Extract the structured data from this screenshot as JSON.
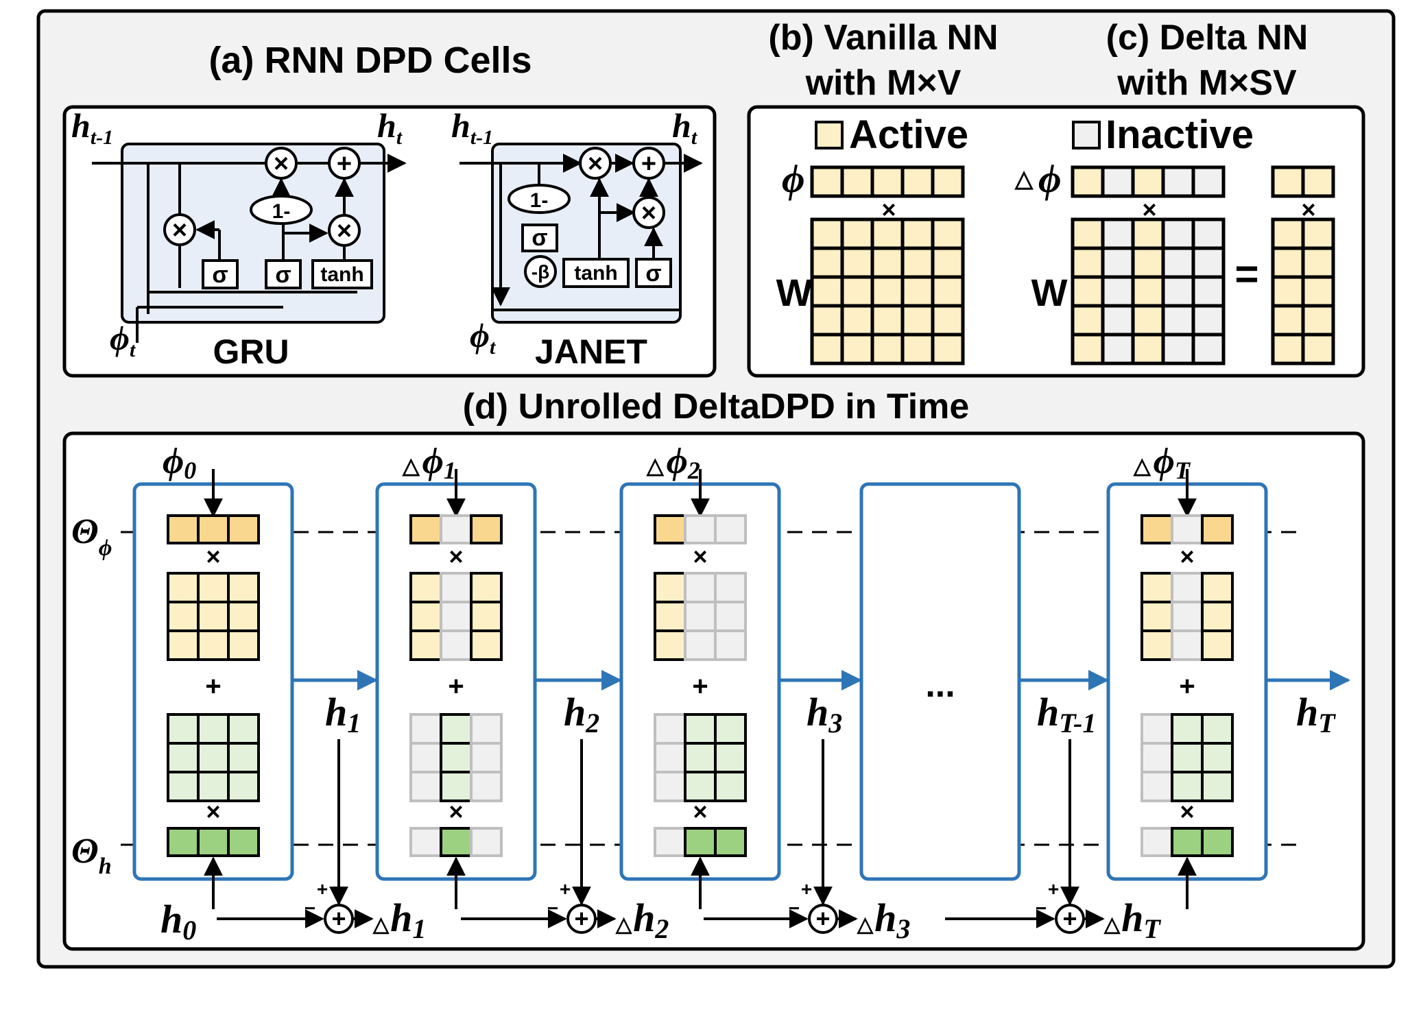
{
  "colors": {
    "active_fill": "#FDEFC6",
    "active_fill_dark": "#F9D78E",
    "hidden_fill": "#E3F1DA",
    "hidden_fill_dark": "#9BD181",
    "inactive_fill": "#F0F0F0",
    "inactive_stroke": "#BFBFBF",
    "cell_bg": "#E7EEF7",
    "step_border": "#2E75B6",
    "panel_bg": "#F2F2F2"
  },
  "panel_a": {
    "title": "(a) RNN DPD Cells",
    "gru": {
      "name": "GRU",
      "h_prev": "h",
      "h_prev_sub": "t-1",
      "h_out": "h",
      "h_out_sub": "t",
      "input": "ϕ",
      "input_sub": "t",
      "one_minus": "1-",
      "sigma": "σ",
      "tanh": "tanh"
    },
    "janet": {
      "name": "JANET",
      "h_prev": "h",
      "h_prev_sub": "t-1",
      "h_out": "h",
      "h_out_sub": "t",
      "input": "ϕ",
      "input_sub": "t",
      "one_minus": "1-",
      "sigma": "σ",
      "beta": "-β",
      "tanh": "tanh"
    }
  },
  "panel_b": {
    "title_line1": "(b) Vanilla NN",
    "title_line2": "with M×V",
    "legend_active": "Active",
    "phi": "ϕ",
    "times": "×",
    "w": "W"
  },
  "panel_c": {
    "title_line1": "(c) Delta NN",
    "title_line2": "with M×SV",
    "legend_inactive": "Inactive",
    "delta": "△",
    "phi": "ϕ",
    "times": "×",
    "w": "W",
    "equals": "="
  },
  "panel_d": {
    "title": "(d) Unrolled DeltaDPD in Time",
    "theta_phi": "Θ",
    "theta_phi_sub": "ϕ",
    "theta_h": "Θ",
    "theta_h_sub": "h",
    "plus": "+",
    "times": "×",
    "ellipsis": "...",
    "steps": [
      {
        "input": "ϕ",
        "input_sub": "0",
        "delta": false
      },
      {
        "input": "ϕ",
        "input_sub": "1",
        "delta": true
      },
      {
        "input": "ϕ",
        "input_sub": "2",
        "delta": true
      },
      {
        "input": "ϕ",
        "input_sub": "T",
        "delta": true
      }
    ],
    "hidden_outputs": [
      {
        "h": "h",
        "sub": "1"
      },
      {
        "h": "h",
        "sub": "2"
      },
      {
        "h": "h",
        "sub": "3"
      },
      {
        "h": "h",
        "sub": "T-1"
      },
      {
        "h": "h",
        "sub": "T"
      }
    ],
    "h0": {
      "h": "h",
      "sub": "0"
    },
    "delta_h": [
      {
        "h": "h",
        "sub": "1"
      },
      {
        "h": "h",
        "sub": "2"
      },
      {
        "h": "h",
        "sub": "3"
      },
      {
        "h": "h",
        "sub": "T"
      }
    ],
    "adder_plus": "+",
    "adder_minus": "−",
    "adder_symbol": "⊕"
  }
}
